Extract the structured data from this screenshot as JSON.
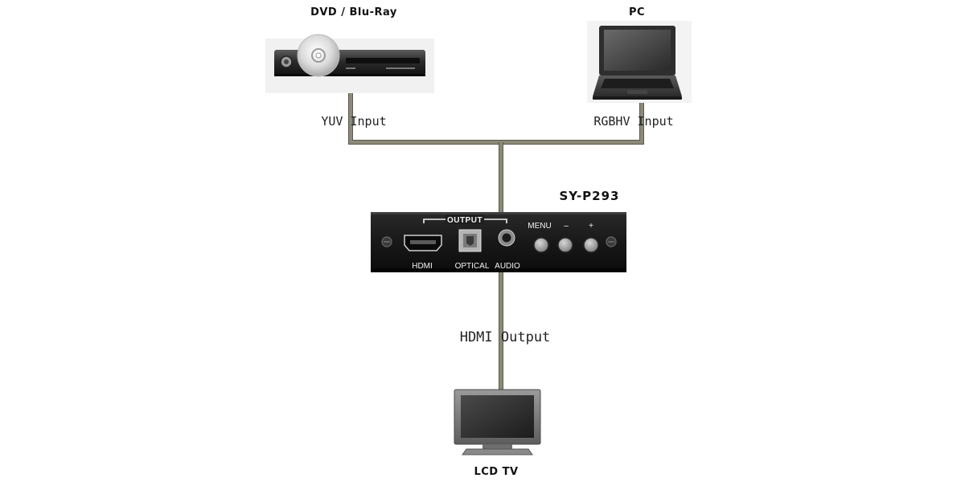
{
  "devices": {
    "dvd": {
      "label": "DVD / Blu-Ray"
    },
    "pc": {
      "label": "PC"
    },
    "converter": {
      "model": "SY-P293"
    },
    "tv": {
      "label": "LCD TV"
    }
  },
  "connections": {
    "dvd_input": "YUV Input",
    "pc_input": "RGBHV Input",
    "hdmi_output": "HDMI Output"
  },
  "panel": {
    "output_group": "OUTPUT",
    "hdmi_port": "HDMI",
    "optical_port": "OPTICAL",
    "audio_port": "AUDIO",
    "menu_button": "MENU",
    "minus_button": "–",
    "plus_button": "+"
  }
}
